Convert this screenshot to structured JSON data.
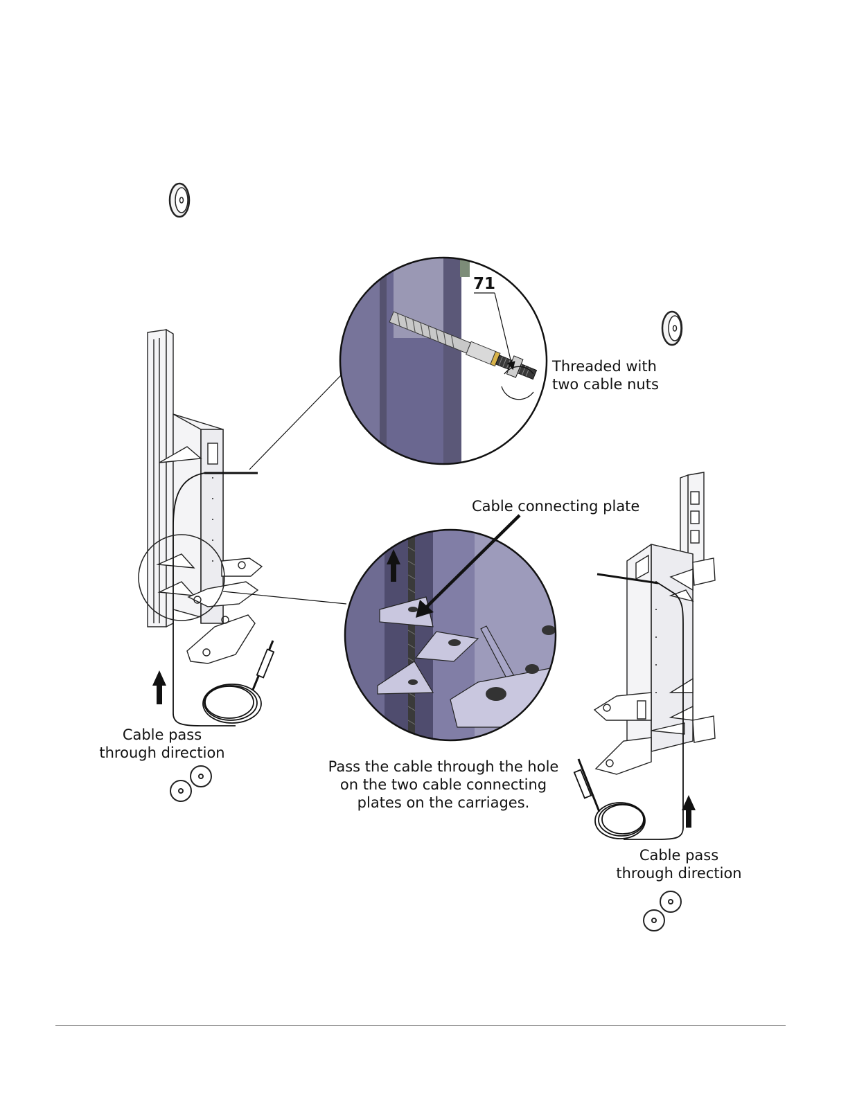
{
  "callouts": {
    "part_number": "71",
    "threaded": [
      "Threaded with",
      "two cable nuts"
    ],
    "connecting_plate": "Cable connecting plate",
    "pass_instruction": [
      "Pass the cable through the hole",
      "on the two cable connecting",
      "plates on the carriages."
    ],
    "left_direction": [
      "Cable pass",
      "through direction"
    ],
    "right_direction": [
      "Cable pass",
      "through direction"
    ]
  },
  "colors": {
    "line": "#222222",
    "steel_fill": "#f2f2f4",
    "detail_dark": "#5b5878",
    "detail_mid": "#77749a",
    "detail_light": "#a8a6c6",
    "plate_fill": "#c9c7df",
    "footer_rule": "#7f7f7f"
  },
  "icons": [
    "pulley-icon",
    "up-arrow-icon",
    "washer-icon",
    "cable-coil-icon"
  ]
}
